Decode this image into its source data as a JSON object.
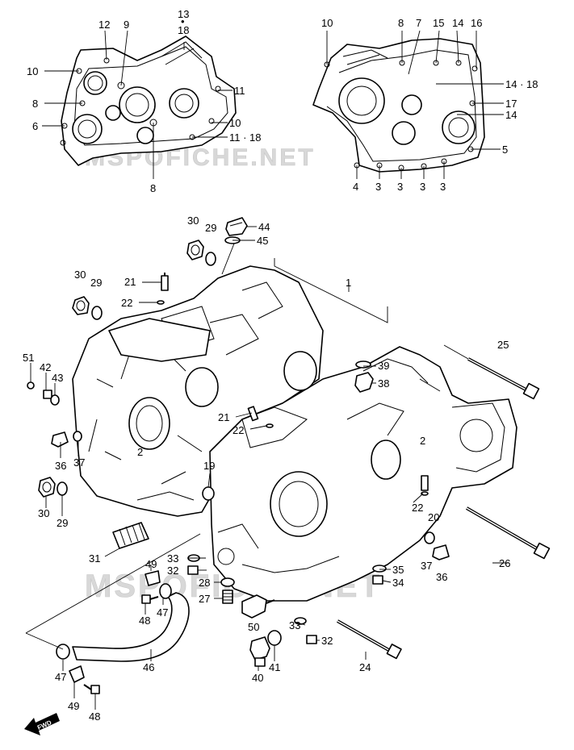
{
  "watermark": "MSPOFICHE.NET",
  "fwd_label": "FWD",
  "callouts": [
    {
      "id": "c13",
      "text": "13"
    },
    {
      "id": "c-dot",
      "text": "•"
    },
    {
      "id": "c18a",
      "text": "18"
    },
    {
      "id": "c12",
      "text": "12"
    },
    {
      "id": "c9",
      "text": "9"
    },
    {
      "id": "c10a",
      "text": "10"
    },
    {
      "id": "c8a",
      "text": "8"
    },
    {
      "id": "c6",
      "text": "6"
    },
    {
      "id": "c11a",
      "text": "11"
    },
    {
      "id": "c10b",
      "text": "10"
    },
    {
      "id": "c1118",
      "text": "11 · 18"
    },
    {
      "id": "c8b",
      "text": "8"
    },
    {
      "id": "c10c",
      "text": "10"
    },
    {
      "id": "c8c",
      "text": "8"
    },
    {
      "id": "c7",
      "text": "7"
    },
    {
      "id": "c15",
      "text": "15"
    },
    {
      "id": "c14a",
      "text": "14"
    },
    {
      "id": "c16",
      "text": "16"
    },
    {
      "id": "c1418",
      "text": "14 · 18"
    },
    {
      "id": "c17",
      "text": "17"
    },
    {
      "id": "c14b",
      "text": "14"
    },
    {
      "id": "c5",
      "text": "5"
    },
    {
      "id": "c4",
      "text": "4"
    },
    {
      "id": "c3a",
      "text": "3"
    },
    {
      "id": "c3b",
      "text": "3"
    },
    {
      "id": "c3c",
      "text": "3"
    },
    {
      "id": "c3d",
      "text": "3"
    },
    {
      "id": "c30a",
      "text": "30"
    },
    {
      "id": "c29a",
      "text": "29"
    },
    {
      "id": "c44",
      "text": "44"
    },
    {
      "id": "c45",
      "text": "45"
    },
    {
      "id": "c1",
      "text": "1"
    },
    {
      "id": "c30b",
      "text": "30"
    },
    {
      "id": "c29b",
      "text": "29"
    },
    {
      "id": "c21a",
      "text": "21"
    },
    {
      "id": "c22a",
      "text": "22"
    },
    {
      "id": "c25",
      "text": "25"
    },
    {
      "id": "c51",
      "text": "51"
    },
    {
      "id": "c42",
      "text": "42"
    },
    {
      "id": "c43",
      "text": "43"
    },
    {
      "id": "c39",
      "text": "39"
    },
    {
      "id": "c38",
      "text": "38"
    },
    {
      "id": "c21b",
      "text": "21"
    },
    {
      "id": "c22b",
      "text": "22"
    },
    {
      "id": "c36a",
      "text": "36"
    },
    {
      "id": "c37a",
      "text": "37"
    },
    {
      "id": "c2a",
      "text": "2"
    },
    {
      "id": "c2b",
      "text": "2"
    },
    {
      "id": "c19",
      "text": "19"
    },
    {
      "id": "c30c",
      "text": "30"
    },
    {
      "id": "c29c",
      "text": "29"
    },
    {
      "id": "c22c",
      "text": "22"
    },
    {
      "id": "c20",
      "text": "20"
    },
    {
      "id": "c31",
      "text": "31"
    },
    {
      "id": "c26",
      "text": "26"
    },
    {
      "id": "c49a",
      "text": "49"
    },
    {
      "id": "c33a",
      "text": "33"
    },
    {
      "id": "c32a",
      "text": "32"
    },
    {
      "id": "c37b",
      "text": "37"
    },
    {
      "id": "c36b",
      "text": "36"
    },
    {
      "id": "c35",
      "text": "35"
    },
    {
      "id": "c34",
      "text": "34"
    },
    {
      "id": "c28",
      "text": "28"
    },
    {
      "id": "c47a",
      "text": "47"
    },
    {
      "id": "c48a",
      "text": "48"
    },
    {
      "id": "c27",
      "text": "27"
    },
    {
      "id": "c50",
      "text": "50"
    },
    {
      "id": "c33b",
      "text": "33"
    },
    {
      "id": "c32b",
      "text": "32"
    },
    {
      "id": "c47b",
      "text": "47"
    },
    {
      "id": "c46",
      "text": "46"
    },
    {
      "id": "c40",
      "text": "40"
    },
    {
      "id": "c41",
      "text": "41"
    },
    {
      "id": "c24",
      "text": "24"
    },
    {
      "id": "c49b",
      "text": "49"
    },
    {
      "id": "c48b",
      "text": "48"
    }
  ]
}
